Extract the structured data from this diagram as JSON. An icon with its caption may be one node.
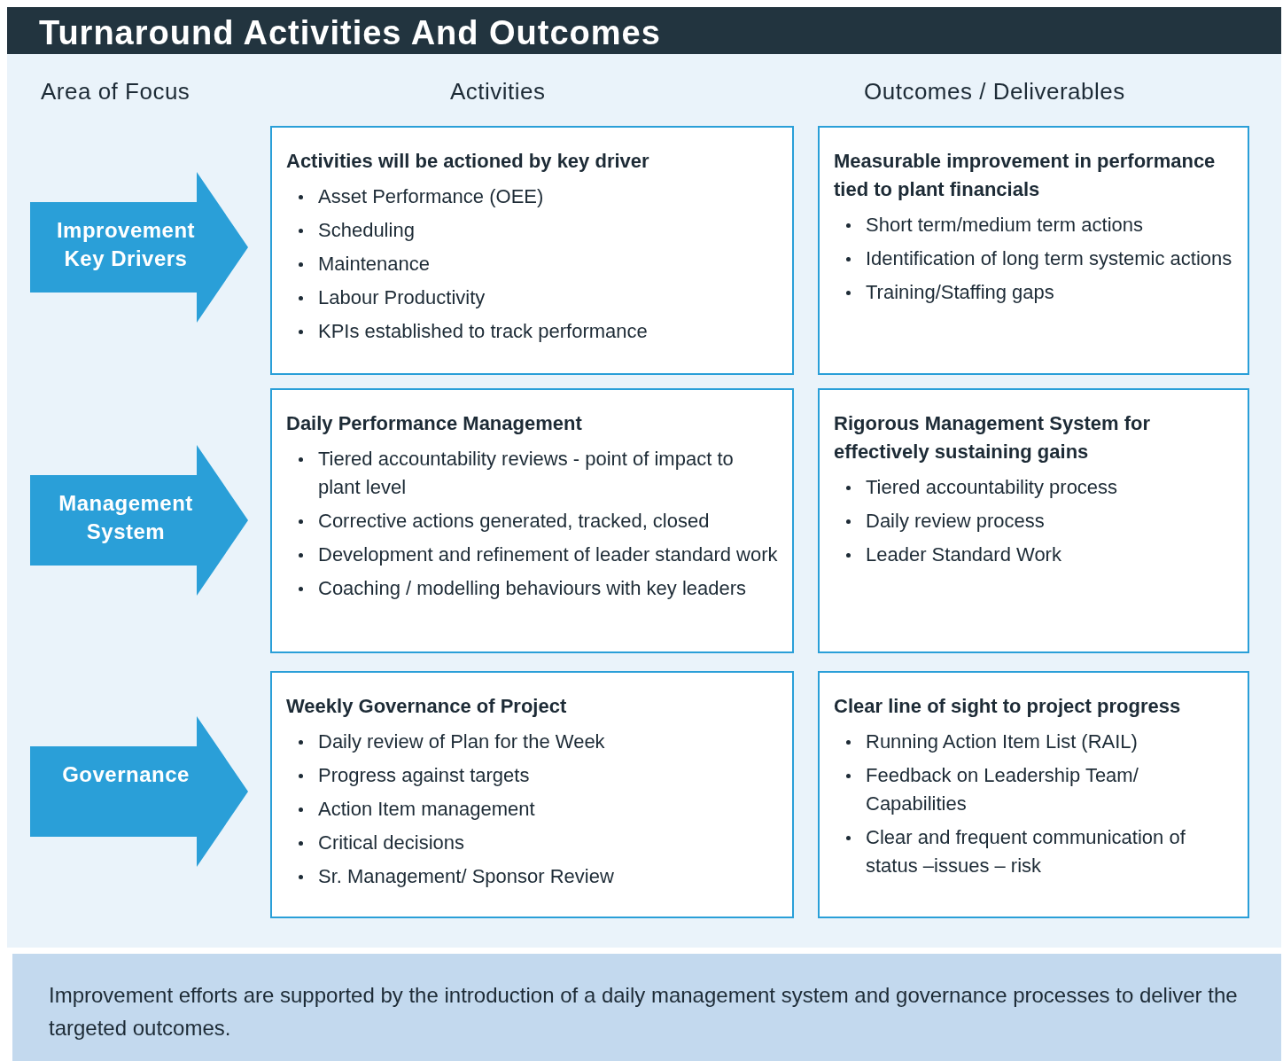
{
  "diagram": {
    "title": "Turnaround Activities And Outcomes",
    "nodes": [
      {
        "text": [
          "Improvement Key Drivers"
        ]
      },
      {
        "text": [
          "Activities will be actioned by key driver",
          "Asset Performance (OEE)",
          "Scheduling",
          "Maintenance",
          "Labour Productivity",
          "KPIs established to track performance"
        ]
      },
      {
        "text": [
          "Measurable improvement in performance tied to plant financials",
          "Short term/medium term actions",
          "Identification of long term systemic actions",
          "Training/Staffing gaps"
        ]
      },
      {
        "text": [
          "Management System"
        ]
      },
      {
        "text": [
          "Daily Performance Management",
          "Tiered accountability reviews - point of impact to plant level",
          "Corrective actions generated, tracked, closed",
          "Development and refinement of leader standard work",
          "Coaching / modelling behaviours with key leaders"
        ]
      },
      {
        "text": [
          "Rigorous Management System for effectively sustaining gains",
          "Tiered accountability process",
          "Daily review process",
          "Leader Standard Work"
        ]
      },
      {
        "text": [
          "Governance"
        ]
      },
      {
        "text": [
          "Weekly Governance of Project",
          "Daily review of Plan for the Week",
          "Progress against targets",
          "Action Item management",
          "Critical decisions",
          "Sr. Management/ Sponsor Review"
        ]
      },
      {
        "text": [
          "Clear line of sight to project progress",
          "Running Action Item List (RAIL)",
          "Feedback on Leadership Team/ Capabilities",
          "Clear and frequent communication of status –issues – risk"
        ]
      }
    ],
    "edges": [],
    "labels": [
      "Area of Focus",
      "Activities",
      "Outcomes / Deliverables"
    ],
    "caption": "Improvement efforts are supported by the introduction of a daily management system and governance processes to deliver the targeted outcomes."
  }
}
